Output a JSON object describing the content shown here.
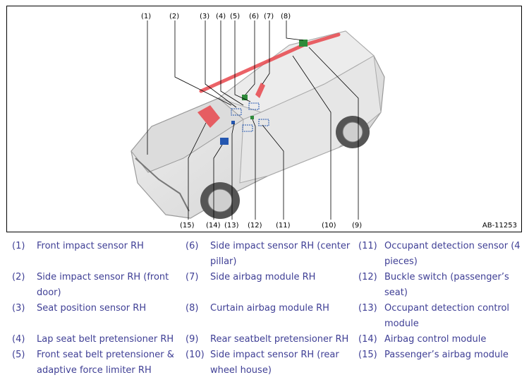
{
  "figure": {
    "id_label": "AB-11253",
    "callouts": [
      "(1)",
      "(2)",
      "(3)",
      "(4)",
      "(5)",
      "(6)",
      "(7)",
      "(8)",
      "(9)",
      "(10)",
      "(11)",
      "(12)",
      "(13)",
      "(14)",
      "(15)"
    ]
  },
  "legend": [
    {
      "num": "(1)",
      "lines": [
        "Front impact sensor RH"
      ]
    },
    {
      "num": "(2)",
      "lines": [
        "Side impact sensor RH (front",
        "door)"
      ]
    },
    {
      "num": "(3)",
      "lines": [
        "Seat position sensor RH"
      ]
    },
    {
      "num": "(4)",
      "lines": [
        "Lap seat belt pretensioner RH"
      ]
    },
    {
      "num": "(5)",
      "lines": [
        "Front seat belt pretensioner &",
        "adaptive force limiter RH"
      ]
    },
    {
      "num": "(6)",
      "lines": [
        "Side impact sensor RH (center",
        "pillar)"
      ]
    },
    {
      "num": "(7)",
      "lines": [
        "Side airbag module RH"
      ]
    },
    {
      "num": "(8)",
      "lines": [
        "Curtain airbag module RH"
      ]
    },
    {
      "num": "(9)",
      "lines": [
        "Rear seatbelt pretensioner RH"
      ]
    },
    {
      "num": "(10)",
      "lines": [
        "Side impact sensor RH (rear",
        "wheel house)"
      ]
    },
    {
      "num": "(11)",
      "lines": [
        "Occupant detection sensor (4",
        "pieces)"
      ]
    },
    {
      "num": "(12)",
      "lines": [
        "Buckle switch (passenger’s",
        "seat)"
      ]
    },
    {
      "num": "(13)",
      "lines": [
        "Occupant detection control",
        "module"
      ]
    },
    {
      "num": "(14)",
      "lines": [
        "Airbag control module"
      ]
    },
    {
      "num": "(15)",
      "lines": [
        "Passenger’s airbag module"
      ]
    }
  ],
  "colors": {
    "legend_text": "#3f3f95",
    "airbag_red": "#e8464c",
    "sensor_green": "#2e8b3a",
    "module_blue": "#2356b0"
  }
}
